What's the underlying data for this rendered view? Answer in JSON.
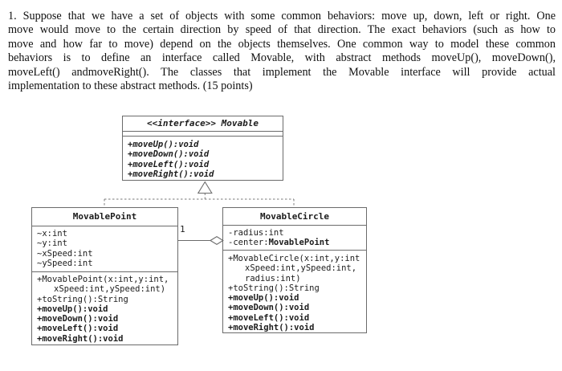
{
  "question": {
    "lines": [
      "1. Suppose that we have a set of objects with some common behaviors: move up, down, left or right. One",
      "move would move to the certain direction by speed of that direction. The exact behaviors (such as how to",
      "move and how far to move) depend on the objects themselves. One common way to model these common",
      "behaviors is to define an interface called Movable, with abstract methods moveUp(), moveDown(),",
      "moveLeft() andmoveRight(). The classes that implement the Movable interface will provide actual",
      "implementation to these abstract methods. (15 points)"
    ]
  },
  "diagram": {
    "interface": {
      "title": "<<interface>> Movable",
      "methods": [
        "+moveUp():void",
        "+moveDown():void",
        "+moveLeft():void",
        "+moveRight():void"
      ]
    },
    "movable_point": {
      "title": "MovablePoint",
      "attributes": [
        "~x:int",
        "~y:int",
        "~xSpeed:int",
        "~ySpeed:int"
      ],
      "methods": [
        "+MovablePoint(x:int,y:int,",
        "xSpeed:int,ySpeed:int)",
        "+toString():String",
        "+moveUp():void",
        "+moveDown():void",
        "+moveLeft():void",
        "+moveRight():void"
      ]
    },
    "movable_circle": {
      "title": "MovableCircle",
      "attributes": {
        "attr1": "-radius:int",
        "attr2_prefix": "-center:",
        "attr2_type": "MovablePoint"
      },
      "methods": [
        "+MovableCircle(x:int,y:int",
        "xSpeed:int,ySpeed:int,",
        "radius:int)",
        "+toString():String",
        "+moveUp():void",
        "+moveDown():void",
        "+moveLeft():void",
        "+moveRight():void"
      ]
    },
    "association": {
      "multiplicity": "1"
    },
    "icons": {
      "realization": "hollow-triangle-up",
      "aggregation": "hollow-diamond"
    },
    "colors": {
      "box_border": "#6b6b6b",
      "connector": "#6b6b6b",
      "dashed": "#7a7a7a",
      "text": "#1c1c1c"
    }
  }
}
